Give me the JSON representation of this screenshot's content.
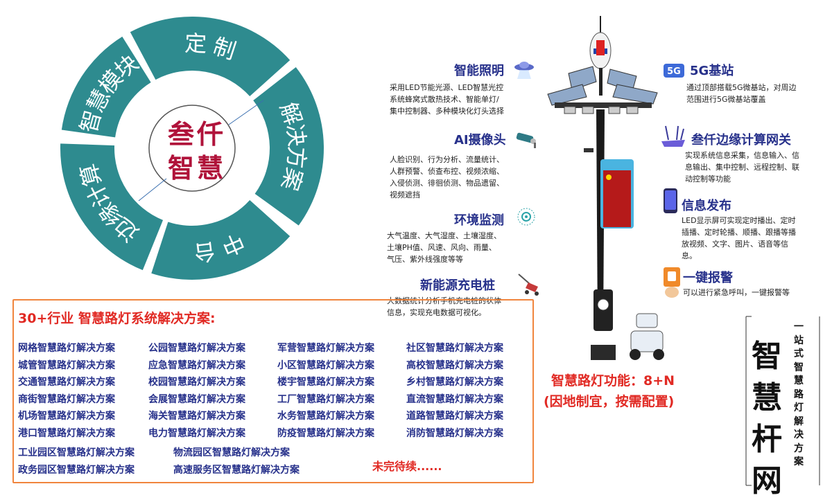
{
  "ring": {
    "segments": [
      {
        "label": "定 制"
      },
      {
        "label": "解决方案"
      },
      {
        "label": "中 台"
      },
      {
        "label": "边缘计算"
      },
      {
        "label": "智慧模块"
      }
    ],
    "center": {
      "line1": "叁仟",
      "line2": "智慧"
    },
    "color": "#2e8b8f"
  },
  "features": {
    "lighting": {
      "title": "智能照明",
      "desc": [
        "采用LED节能光源、LED智慧光控",
        "系统蜂窝式散热技术、智能单灯/",
        "集中控制器、多种模块化灯头选择"
      ]
    },
    "camera": {
      "title": "AI摄像头",
      "desc": [
        "人脸识别、行为分析、流量统计、",
        "人群预警、侦查布控、视频浓缩、",
        "入侵侦测、徘徊侦测、物品遗留、",
        "视频遮挡"
      ]
    },
    "env": {
      "title": "环境监测",
      "desc": [
        "大气温度、大气湿度、土壤湿度、",
        "土壤PH值、风速、风向、雨量、",
        "气压、紫外线强度等等"
      ]
    },
    "charging": {
      "title": "新能源充电桩",
      "desc": [
        "大数据统计分析手机充电桩的状体",
        "信息，实现充电数据可视化。"
      ]
    },
    "fiveg": {
      "title": "5G基站",
      "desc": [
        "通过顶部搭载5G微基站，对周边",
        "范围进行5G微基站覆盖"
      ]
    },
    "gateway": {
      "title": "叁仟边缘计算网关",
      "desc": [
        "实现系统信息采集，信息输入、信",
        "息输出、集中控制、远程控制、联",
        "动控制等功能"
      ]
    },
    "info": {
      "title": "信息发布",
      "desc": [
        "LED显示屏可实现定时播出、定时",
        "插播、定时轮播、顺播、跟播等播",
        "放视频、文字、图片、语音等信",
        "息。"
      ]
    },
    "alarm": {
      "title": "一键报警",
      "desc": [
        "可以进行紧急呼叫，一键报警等"
      ]
    }
  },
  "icons": {
    "lighting": "ufo-lamp-icon",
    "camera": "security-camera-icon",
    "env": "sensor-dots-icon",
    "charging": "charging-pile-icon",
    "fiveg": "5g-icon",
    "gateway": "router-icon",
    "info": "phone-icon",
    "alarm": "alarm-button-icon",
    "fiveg_label": "5G"
  },
  "solutions": {
    "title": "30+行业 智慧路灯系统解决方案:",
    "col1": [
      "网格智慧路灯解决方案",
      "城管智慧路灯解决方案",
      "交通智慧路灯解决方案",
      "商街智慧路灯解决方案",
      "机场智慧路灯解决方案",
      "港口智慧路灯解决方案"
    ],
    "col2": [
      "公园智慧路灯解决方案",
      "应急智慧路灯解决方案",
      "校园智慧路灯解决方案",
      "会展智慧路灯解决方案",
      "海关智慧路灯解决方案",
      "电力智慧路灯解决方案"
    ],
    "col3": [
      "军营智慧路灯解决方案",
      "小区智慧路灯解决方案",
      "楼宇智慧路灯解决方案",
      "工厂智慧路灯解决方案",
      "水务智慧路灯解决方案",
      "防疫智慧路灯解决方案"
    ],
    "col4": [
      "社区智慧路灯解决方案",
      "高校智慧路灯解决方案",
      "乡村智慧路灯解决方案",
      "直流智慧路灯解决方案",
      "道路智慧路灯解决方案",
      "消防智慧路灯解决方案"
    ],
    "extra": [
      "工业园区智慧路灯解决方案",
      "物流园区智慧路灯解决方案",
      "政务园区智慧路灯解决方案",
      "高速服务区智慧路灯解决方案"
    ],
    "more": "未完待续......"
  },
  "functions": {
    "line1": "智慧路灯功能：8+N",
    "line2": "(因地制宜，按需配置)"
  },
  "brand": {
    "big": [
      "智",
      "慧",
      "杆",
      "网"
    ],
    "small": [
      "一",
      "站",
      "式",
      "智",
      "慧",
      "路",
      "灯",
      "解",
      "决",
      "方",
      "案"
    ]
  },
  "colors": {
    "title": "#27318b",
    "red": "#e12a24",
    "border": "#f0853d"
  }
}
